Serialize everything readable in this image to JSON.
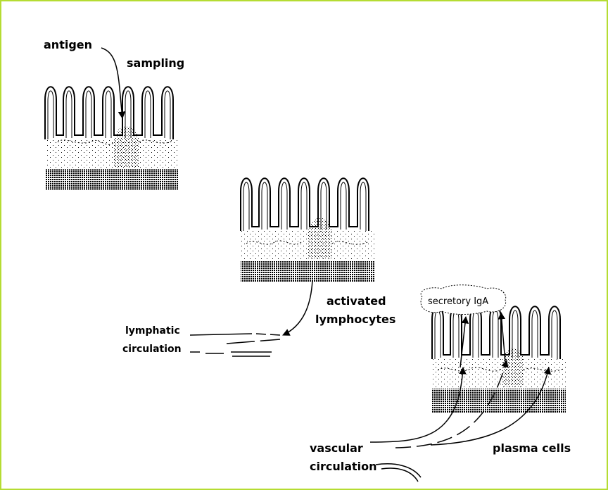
{
  "labels": {
    "antigen": "antigen",
    "sampling": "sampling",
    "activated": "activated",
    "lymphocytes": "lymphocytes",
    "lymphatic": "lymphatic",
    "lymphatic_circulation": "circulation",
    "secretory_iga": "secretory IgA",
    "vascular": "vascular",
    "vascular_circulation": "circulation",
    "plasma_cells": "plasma cells"
  },
  "colors": {
    "border": "#b5dc33",
    "ink": "#000000"
  },
  "panels": [
    {
      "name": "panel-sampling",
      "villi": 7,
      "stage": "antigen sampling"
    },
    {
      "name": "panel-activation",
      "villi": 7,
      "stage": "lymphocyte activation"
    },
    {
      "name": "panel-secretion",
      "villi": 7,
      "stage": "IgA secretion"
    }
  ]
}
